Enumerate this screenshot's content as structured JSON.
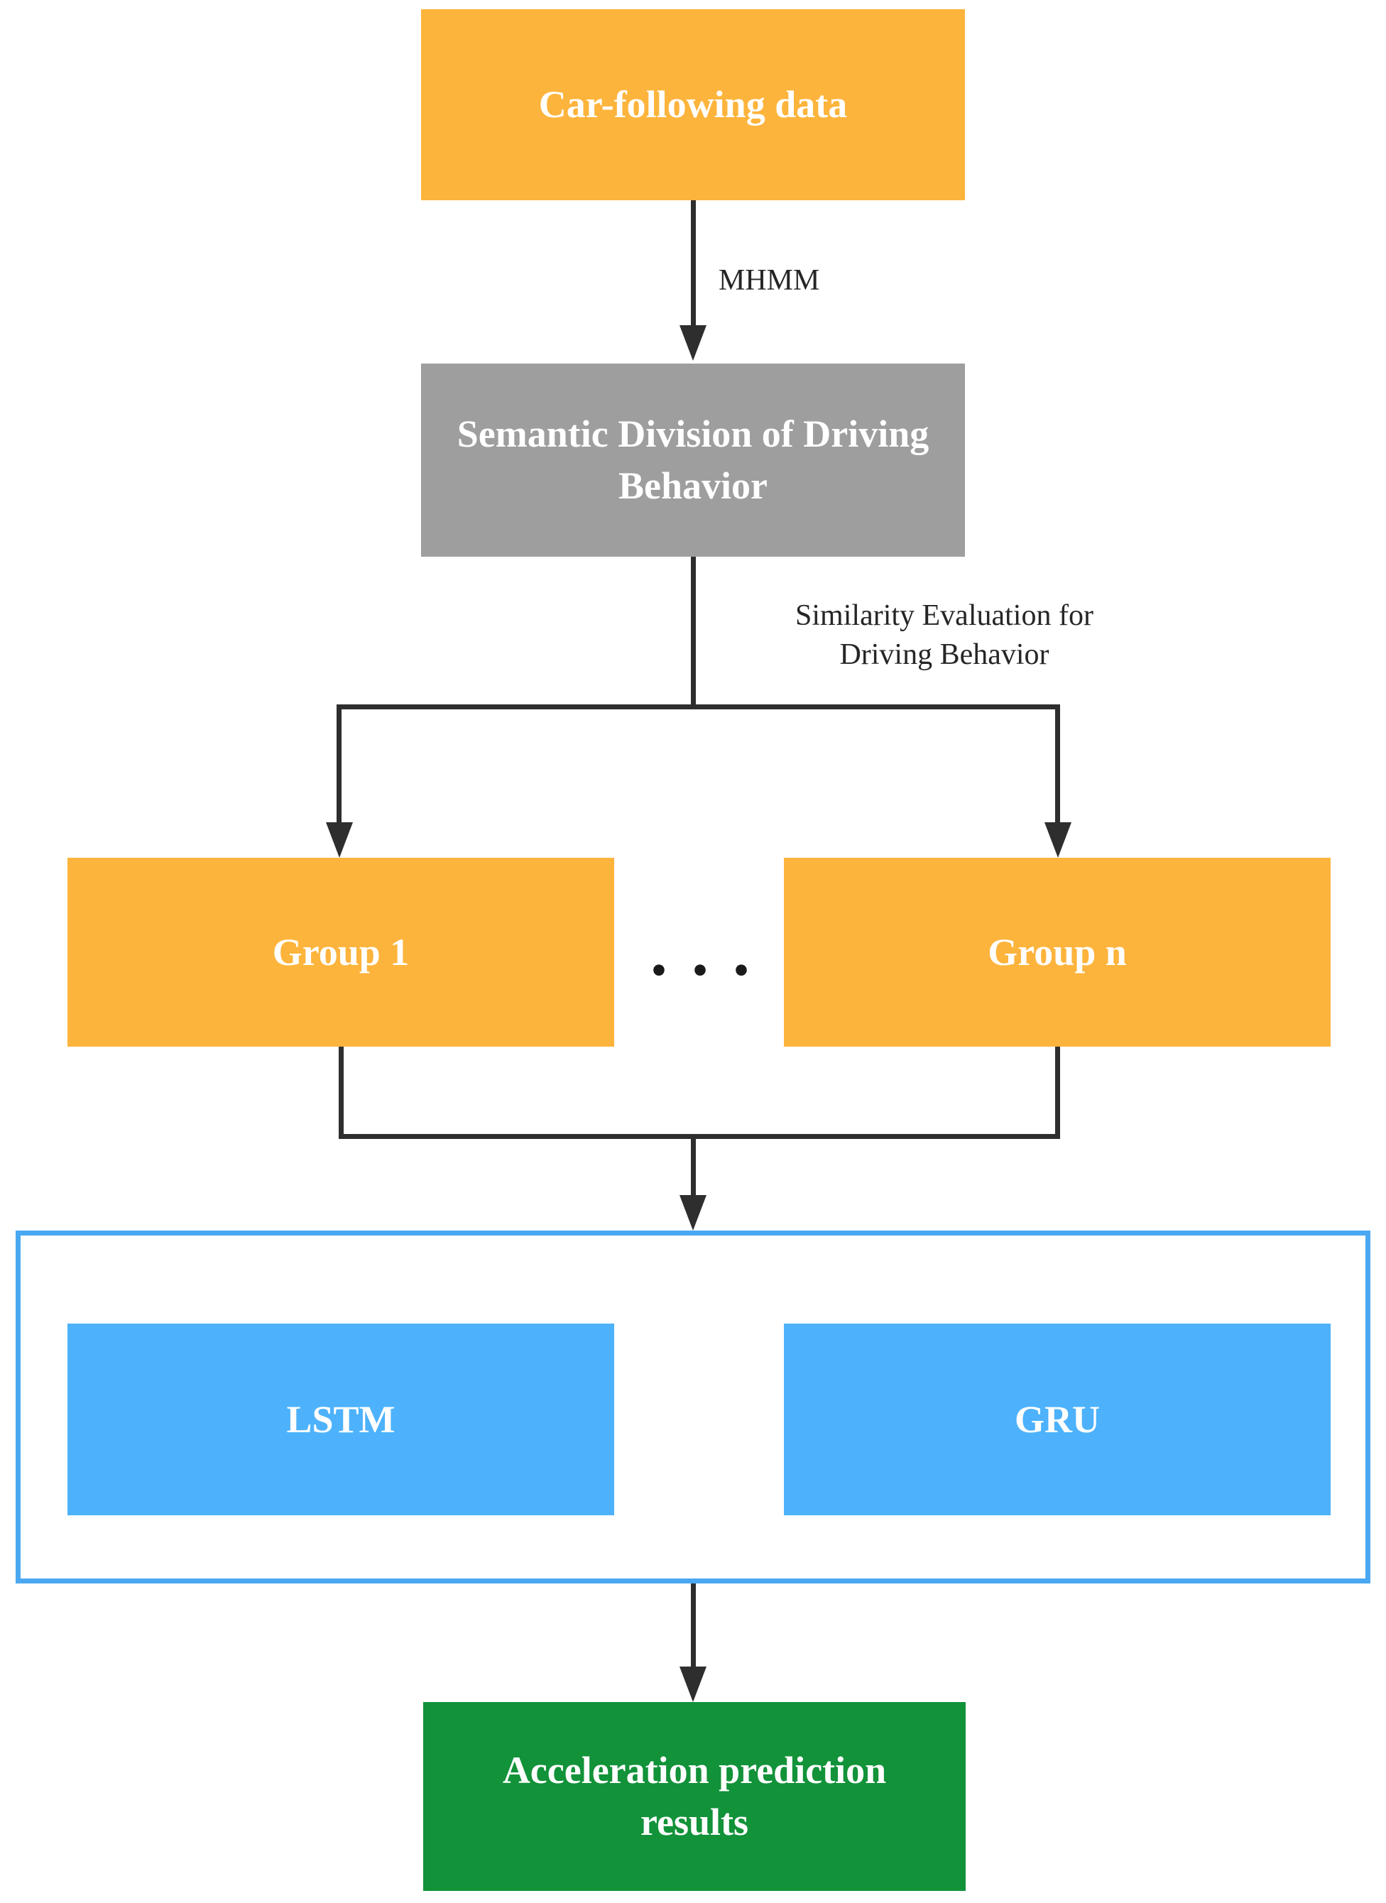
{
  "nodes": {
    "car_following": {
      "label": "Car-following data"
    },
    "semantic_division": {
      "label": "Semantic Division of Driving Behavior"
    },
    "group_1": {
      "label": "Group 1"
    },
    "group_n": {
      "label": "Group n"
    },
    "lstm": {
      "label": "LSTM"
    },
    "gru": {
      "label": "GRU"
    },
    "result": {
      "label": "Acceleration prediction results"
    }
  },
  "edge_labels": {
    "mhmm": "MHMM",
    "similarity": "Similarity Evaluation for Driving Behavior"
  },
  "ellipsis": "···",
  "colors": {
    "orange_box": "#FDB43C",
    "gray_box": "#9E9E9E",
    "blue_box": "#4DB2FB",
    "blue_frame_border": "#4AA8F2",
    "green_box": "#129239",
    "connector_line": "#2E2E2E",
    "box_text": "#FFFFFF",
    "label_text": "#262626",
    "background": "#FFFFFF"
  }
}
